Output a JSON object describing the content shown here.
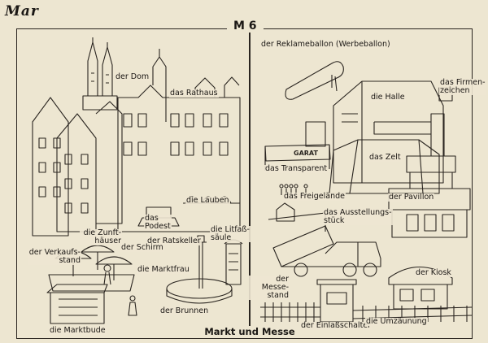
{
  "header": {
    "word": "Mar"
  },
  "plate": {
    "number": "M 6",
    "title": "Markt und Messe"
  },
  "labels": {
    "dom": "der Dom",
    "rathaus": "das Rathaus",
    "lauben": "die Lauben",
    "zunfthaeuser_1": "die Zunft-",
    "zunfthaeuser_2": "häuser",
    "podest_1": "das",
    "podest_2": "Podest",
    "litfass_1": "die Litfaß-",
    "litfass_2": "säule",
    "verkaufsstand_1": "der Verkaufs-",
    "verkaufsstand_2": "stand",
    "schirm": "der Schirm",
    "ratskeller": "der Ratskeller",
    "marktfrau": "die Marktfrau",
    "brunnen": "der Brunnen",
    "marktbude": "die Marktbude",
    "reklameballon": "der Reklameballon (Werbeballon)",
    "firmenzeichen_1": "das Firmen-",
    "firmenzeichen_2": "zeichen",
    "halle": "die Halle",
    "zelt": "das Zelt",
    "transparent": "das Transparent",
    "transparent_text": "GARAT",
    "freigelaende": "das Freigelände",
    "pavillon": "der Pavillon",
    "ausstellungsstueck_1": "das Ausstellungs-",
    "ausstellungsstueck_2": "stück",
    "messestand_1": "der Messe-",
    "messestand_2": "stand",
    "kiosk": "der Kiosk",
    "einlassschalter": "der Einlaßschalter",
    "umzaeunung": "die Umzäunung"
  }
}
